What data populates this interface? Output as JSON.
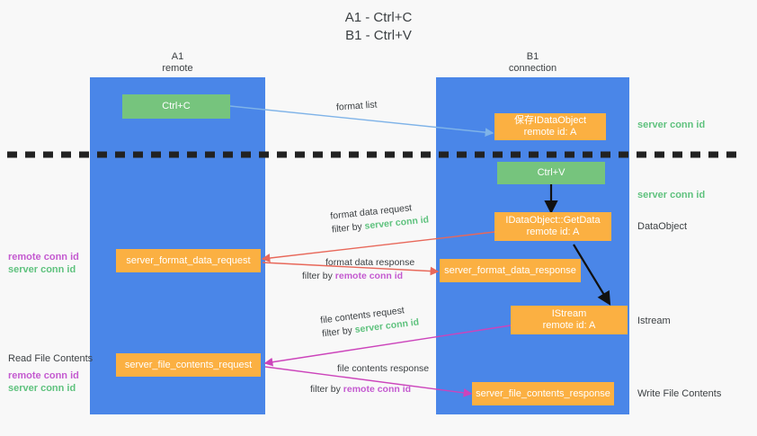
{
  "title": {
    "line1": "A1 - Ctrl+C",
    "line2": "B1 - Ctrl+V"
  },
  "lanes": [
    {
      "id": "a1",
      "name": "A1",
      "role": "remote"
    },
    {
      "id": "b1",
      "name": "B1",
      "role": "connection"
    }
  ],
  "nodes": {
    "ctrl_c": {
      "label": "Ctrl+C"
    },
    "save_dataobject": {
      "line1": "保存IDataObject",
      "line2": "remote id: A"
    },
    "ctrl_v": {
      "label": "Ctrl+V"
    },
    "getdata": {
      "line1": "IDataObject::GetData",
      "line2": "remote id: A"
    },
    "istream": {
      "line1": "IStream",
      "line2": "remote id: A"
    },
    "server_format_data_request": {
      "label": "server_format_data_request"
    },
    "server_format_data_response": {
      "label": "server_format_data_response"
    },
    "server_file_contents_request": {
      "label": "server_file_contents_request"
    },
    "server_file_contents_response": {
      "label": "server_file_contents_response"
    }
  },
  "edges": {
    "format_list": {
      "label": "format list"
    },
    "format_data_request": {
      "line1": "format data request",
      "filter_prefix": "filter by ",
      "filter_key": "server conn id"
    },
    "format_data_response": {
      "line1": "format data response",
      "filter_prefix": "filter by ",
      "filter_key": "remote conn id"
    },
    "file_contents_request": {
      "line1": "file contents request",
      "filter_prefix": "filter by ",
      "filter_key": "server conn id"
    },
    "file_contents_response": {
      "line1": "file contents response",
      "filter_prefix": "filter by ",
      "filter_key": "remote conn id"
    }
  },
  "right_notes": {
    "server_conn_id_top": "server conn id",
    "server_conn_id_mid": "server conn id",
    "dataobject": "DataObject",
    "istream": "Istream",
    "write_file_contents": "Write File Contents"
  },
  "left_notes": {
    "remote_conn_id_upper": "remote conn id",
    "server_conn_id_upper": "server conn id",
    "read_file_contents": "Read File Contents",
    "remote_conn_id_lower": "remote conn id",
    "server_conn_id_lower": "server conn id"
  },
  "colors": {
    "lane": "#4a86e8",
    "node_green": "#76c47d",
    "node_orange": "#fbb042",
    "green_text": "#5fc27e",
    "purple_text": "#c45ad0",
    "arrow_red": "#e8685a",
    "arrow_magenta": "#c councils",
    "divider": "#333333"
  }
}
